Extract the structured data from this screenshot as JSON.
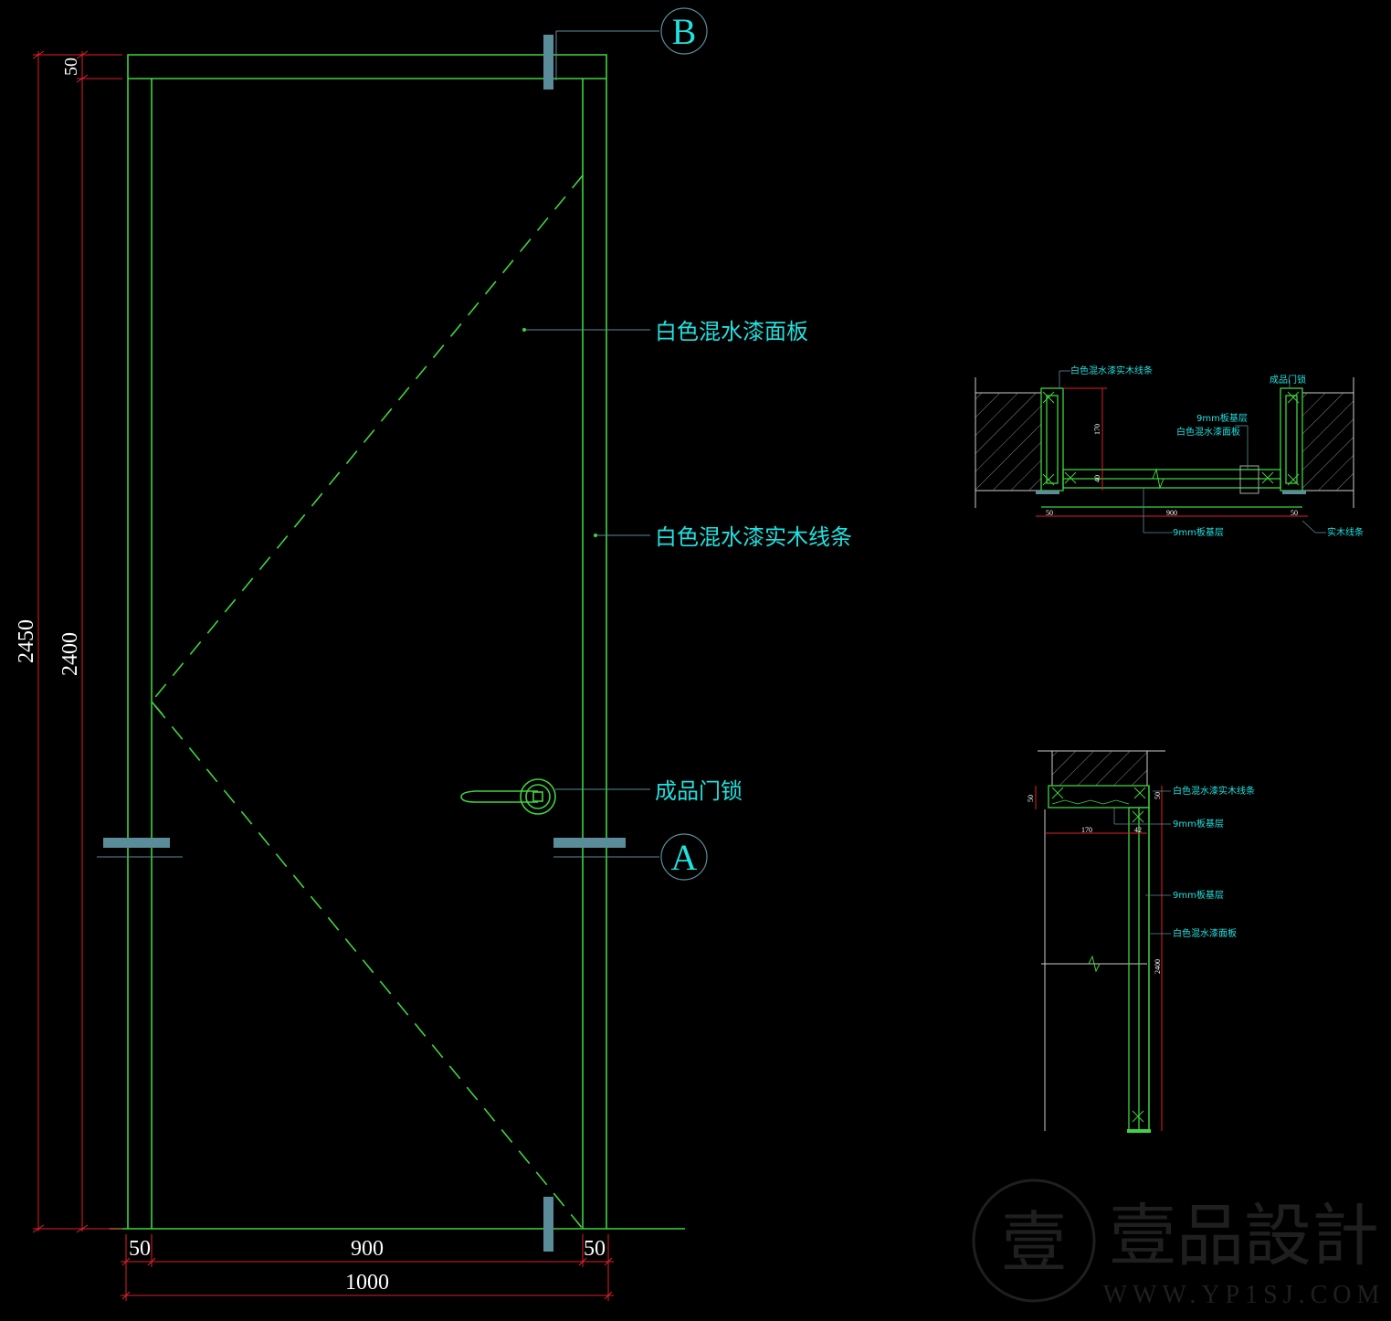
{
  "colors": {
    "background": "#000000",
    "frame": "#3fd43f",
    "dimension": "#e0202a",
    "text": "#22e0e0",
    "hinge": "#5a8c9a",
    "watermark": "#3a3a3a"
  },
  "elevation": {
    "dims": {
      "total_height": "2450",
      "leaf_height": "2400",
      "top_frame": "50",
      "left_frame": "50",
      "leaf_width": "900",
      "right_frame": "50",
      "total_width": "1000"
    },
    "labels": {
      "panel": "白色混水漆面板",
      "trim": "白色混水漆实木线条",
      "lock": "成品门锁"
    },
    "section_markers": {
      "b": "B",
      "a": "A"
    }
  },
  "section_plan": {
    "labels": {
      "top_left": "白色混水漆实木线条",
      "top_right": "成品门锁",
      "mid_base": "9mm板基层",
      "mid_panel": "白色混水漆面板",
      "bottom_base": "9mm板基层",
      "bottom_trim": "实木线条"
    },
    "dims": {
      "left": "50",
      "width": "900",
      "right": "50",
      "depth": "170",
      "thick": "40"
    }
  },
  "section_vertical": {
    "labels": {
      "trim": "白色混水漆实木线条",
      "base_top": "9mm板基层",
      "base": "9mm板基层",
      "panel": "白色混水漆面板"
    },
    "dims": {
      "top": "50",
      "top_right": "50",
      "depth": "170",
      "thick": "42",
      "height": "2400"
    }
  },
  "watermark": {
    "seal": "壹",
    "name": "壹品設計",
    "url": "WWW.YP1SJ.COM"
  }
}
